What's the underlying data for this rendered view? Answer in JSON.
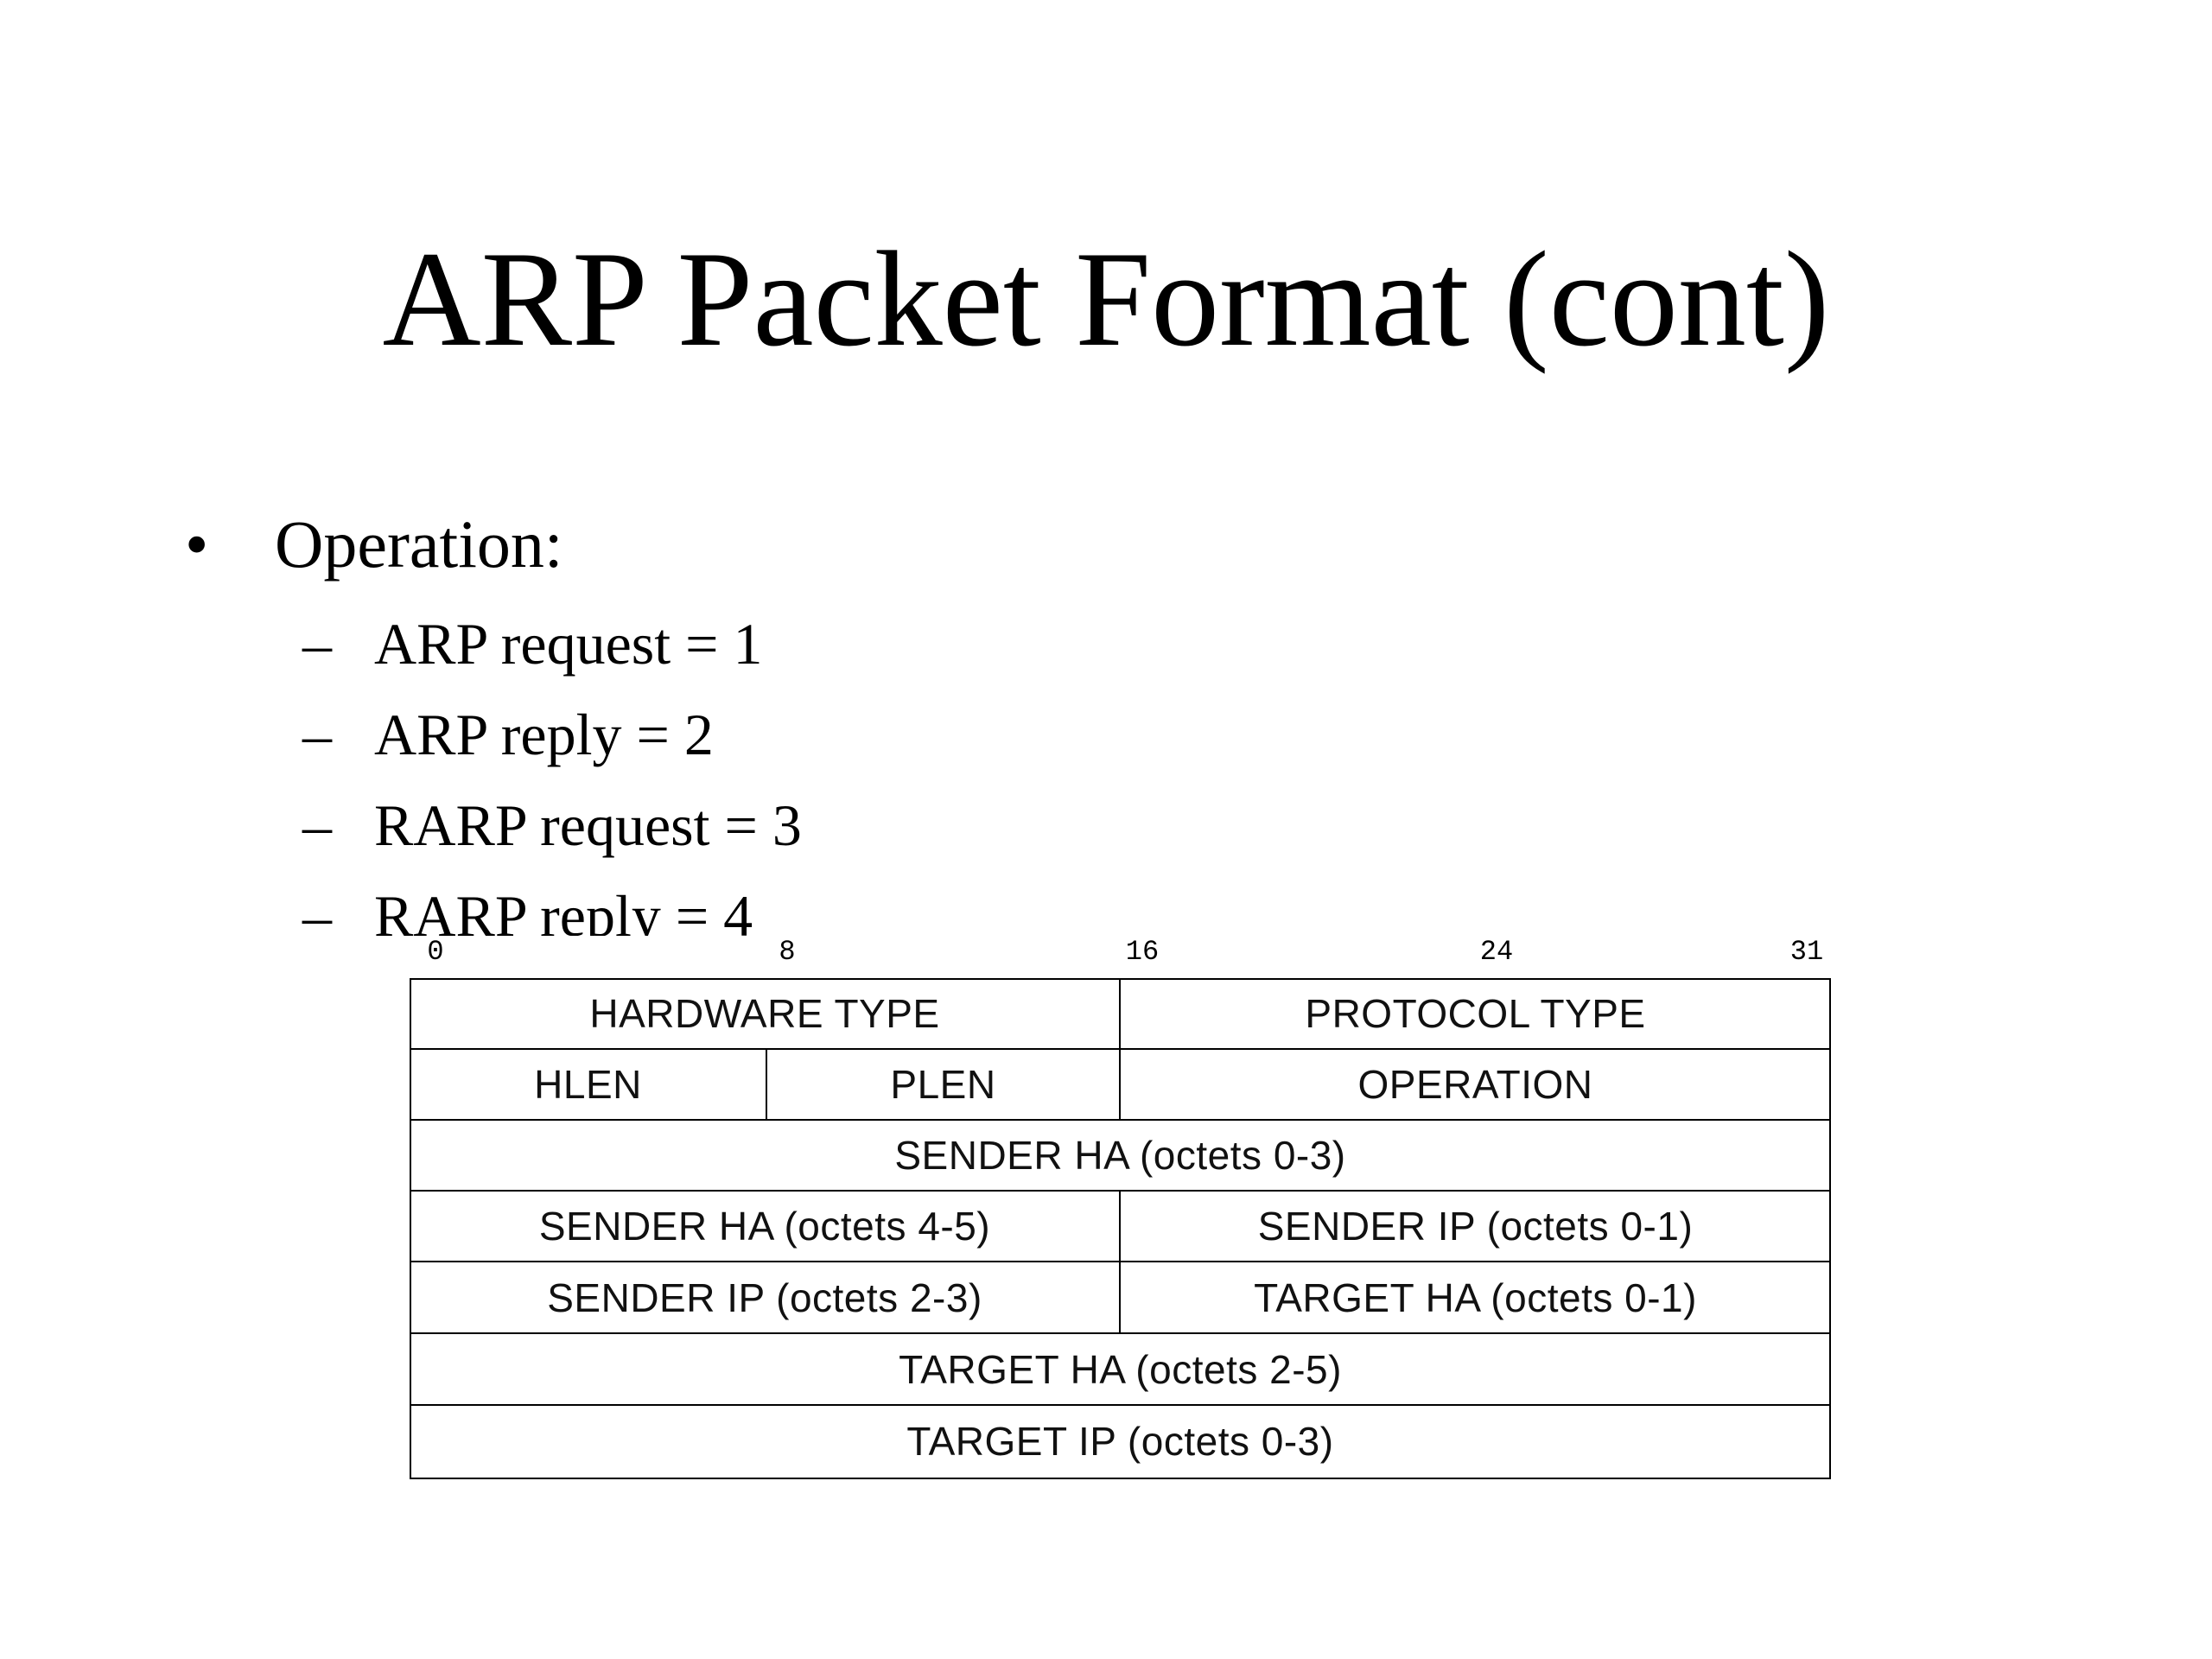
{
  "title": "ARP Packet Format (cont)",
  "bullets": {
    "main": {
      "marker": "•",
      "label": "Operation:"
    },
    "sub_marker": "–",
    "items": [
      "ARP request = 1",
      "ARP reply = 2",
      "RARP request = 3",
      "RARP reply = 4"
    ]
  },
  "diagram": {
    "bit_labels": [
      "0",
      "8",
      "16",
      "24",
      "31"
    ],
    "rows": [
      [
        "HARDWARE TYPE",
        "PROTOCOL TYPE"
      ],
      [
        "HLEN",
        "PLEN",
        "OPERATION"
      ],
      [
        "SENDER HA (octets 0-3)"
      ],
      [
        "SENDER HA (octets 4-5)",
        "SENDER IP (octets 0-1)"
      ],
      [
        "SENDER IP (octets 2-3)",
        "TARGET HA (octets 0-1)"
      ],
      [
        "TARGET HA (octets 2-5)"
      ],
      [
        "TARGET IP (octets 0-3)"
      ]
    ]
  }
}
